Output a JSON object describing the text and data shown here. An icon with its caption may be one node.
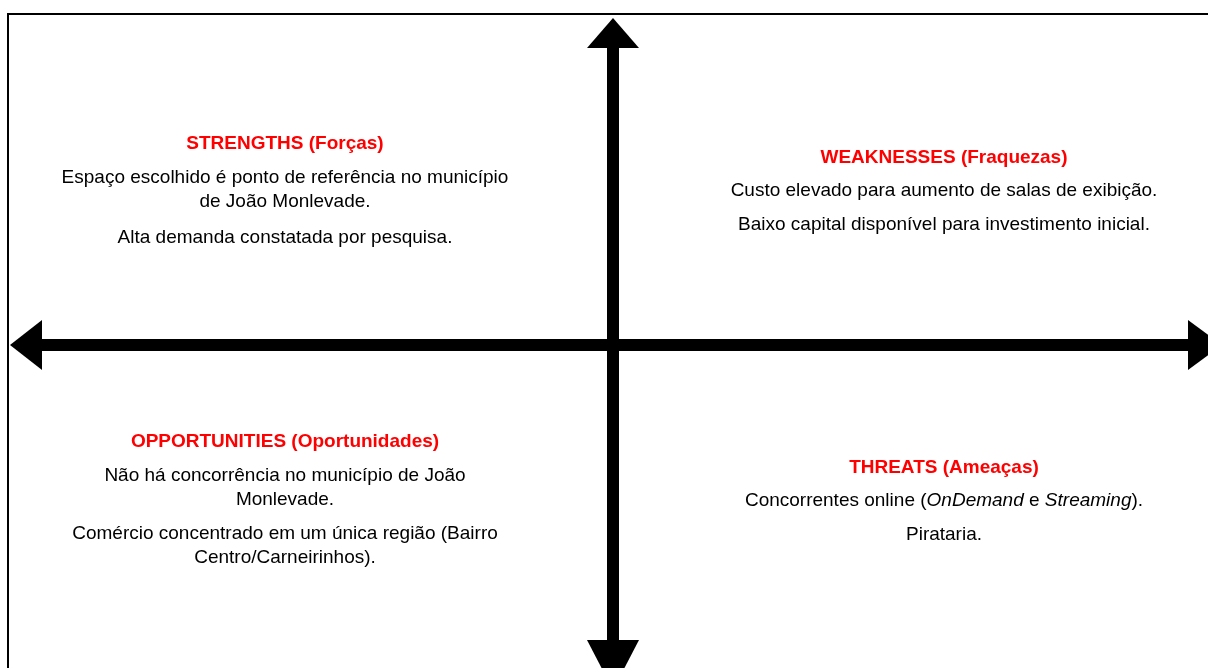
{
  "diagram": {
    "labels": [
      "STRENGTHS (Forças)",
      "Espaço escolhido é ponto de referência no município de João Monlevade.",
      "Alta demanda constatada por pesquisa.",
      "WEAKNESSES (Fraquezas)",
      "Custo elevado para aumento de salas de exibição.",
      "Baixo capital disponível para investimento inicial.",
      "OPPORTUNITIES (Oportunidades)",
      "Não há concorrência no município de João Monlevade.",
      "Comércio concentrado em um única região (Bairro Centro/Carneirinhos).",
      "THREATS (Ameaças)",
      "Concorrentes online (*OnDemand* e *Streaming*).",
      "Pirataria."
    ]
  }
}
